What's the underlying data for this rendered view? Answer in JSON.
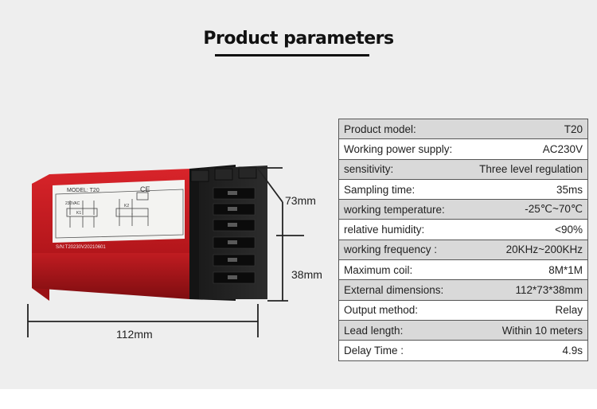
{
  "title": "Product parameters",
  "device": {
    "model_label": "MODEL: T20",
    "ce_mark": "CE",
    "voltage_label": "230VAC",
    "relay1_label": "K1",
    "relay2_label": "K2",
    "serial_label": "S/N:T20230V20210601"
  },
  "dimensions": {
    "height": "73mm",
    "depth": "38mm",
    "width": "112mm"
  },
  "params": [
    {
      "label": "Product model:",
      "value": "T20"
    },
    {
      "label": "Working power supply:",
      "value": "AC230V"
    },
    {
      "label": "sensitivity:",
      "value": "Three level regulation"
    },
    {
      "label": "Sampling time:",
      "value": "35ms"
    },
    {
      "label": "working temperature:",
      "value": "-25℃~70℃"
    },
    {
      "label": "relative humidity:",
      "value": "<90%"
    },
    {
      "label": "working frequency :",
      "value": "20KHz~200KHz"
    },
    {
      "label": "Maximum coil:",
      "value": "8M*1M"
    },
    {
      "label": "External dimensions:",
      "value": "112*73*38mm"
    },
    {
      "label": "Output method:",
      "value": "Relay"
    },
    {
      "label": "Lead length:",
      "value": "Within 10 meters"
    },
    {
      "label": "Delay Time :",
      "value": "4.9s"
    }
  ]
}
